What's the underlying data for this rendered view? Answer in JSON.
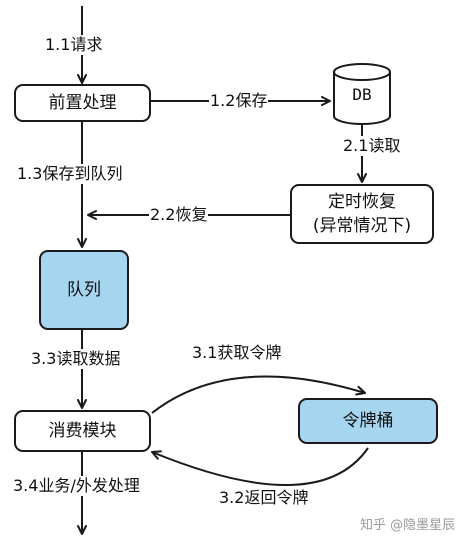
{
  "nodes": {
    "preprocess": "前置处理",
    "db": "DB",
    "recovery_line1": "定时恢复",
    "recovery_line2": "(异常情况下)",
    "queue": "队列",
    "consumer": "消费模块",
    "token_bucket": "令牌桶"
  },
  "edges": {
    "e11_request": "1.1请求",
    "e12_save": "1.2保存",
    "e13_save_to_queue": "1.3保存到队列",
    "e21_read": "2.1读取",
    "e22_recover": "2.2恢复",
    "e33_read_data": "3.3读取数据",
    "e31_get_token": "3.1获取令牌",
    "e32_return_token": "3.2返回令牌",
    "e34_handle": "3.4业务/外发处理"
  },
  "watermark": {
    "text": "知乎 @隐墨星辰"
  },
  "colors": {
    "highlight_fill": "#a6d5ef",
    "stroke": "#1a1a1a"
  },
  "icons": {
    "db_shape": "cylinder-icon"
  }
}
